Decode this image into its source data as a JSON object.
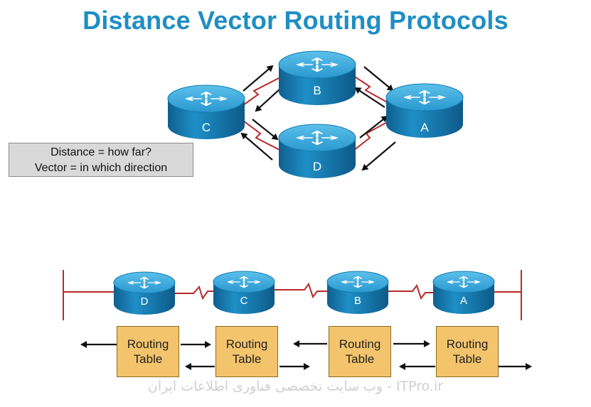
{
  "title": "Distance Vector Routing Protocols",
  "top_routers": {
    "b": "B",
    "c": "C",
    "a": "A",
    "d": "D"
  },
  "note": {
    "line1": "Distance = how far?",
    "line2": "Vector = in which direction"
  },
  "bottom_routers": {
    "d": "D",
    "c": "C",
    "b": "B",
    "a": "A"
  },
  "routing_tables": {
    "line1": "Routing",
    "line2": "Table"
  },
  "footer": "ITPro.ir - وب سایت تخصصی فناوری اطلاعات ایران",
  "colors": {
    "title": "#1f8ec4",
    "router": "#1f8fc6",
    "serial_link": "#b72a2a",
    "table": "#f4c46c"
  }
}
